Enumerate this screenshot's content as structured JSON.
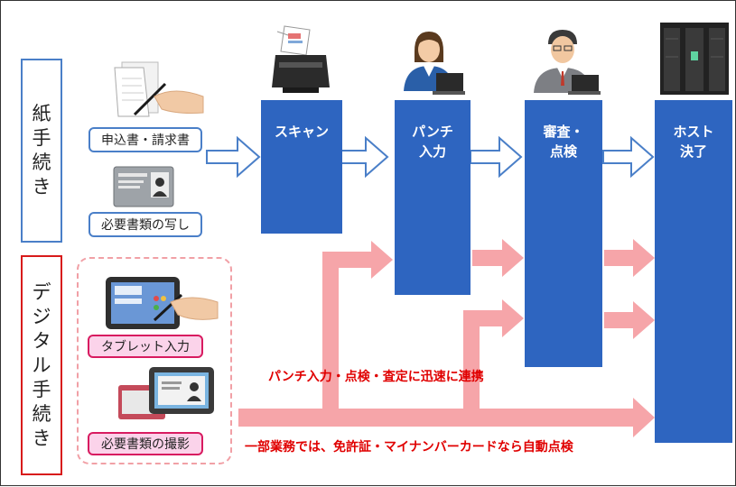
{
  "paper_section": {
    "label_chars": [
      "紙",
      "手",
      "続",
      "き"
    ],
    "captions": [
      "申込書・請求書",
      "必要書類の写し"
    ]
  },
  "digital_section": {
    "label_chars": [
      "デ",
      "ジ",
      "タ",
      "ル",
      "手",
      "続",
      "き"
    ],
    "captions": [
      "タブレット入力",
      "必要書類の撮影"
    ]
  },
  "process_columns": [
    {
      "lines": [
        "スキャン"
      ]
    },
    {
      "lines": [
        "パンチ",
        "入力"
      ]
    },
    {
      "lines": [
        "審査・",
        "点検"
      ]
    },
    {
      "lines": [
        "ホスト",
        "決了"
      ]
    }
  ],
  "notes": {
    "link": "パンチ入力・点検・査定に迅速に連携",
    "auto_check": "一部業務では、免許証・マイナンバーカードなら自動点検"
  },
  "colors": {
    "paper_border": "#4a7fc8",
    "digital_border": "#d81b1b",
    "column": "#2e65c0",
    "outline_arrow": "#4a7fc8",
    "pink_arrow": "#f6a5a9",
    "note_text": "#e00000",
    "caption_pink_bg": "#fbd3ea",
    "caption_pink_border": "#d81b60"
  },
  "icons": [
    "document-pen-icon",
    "id-card-icon",
    "scanner-icon",
    "operator-woman-icon",
    "operator-man-icon",
    "server-icon",
    "tablet-pen-icon",
    "camera-id-icon"
  ]
}
